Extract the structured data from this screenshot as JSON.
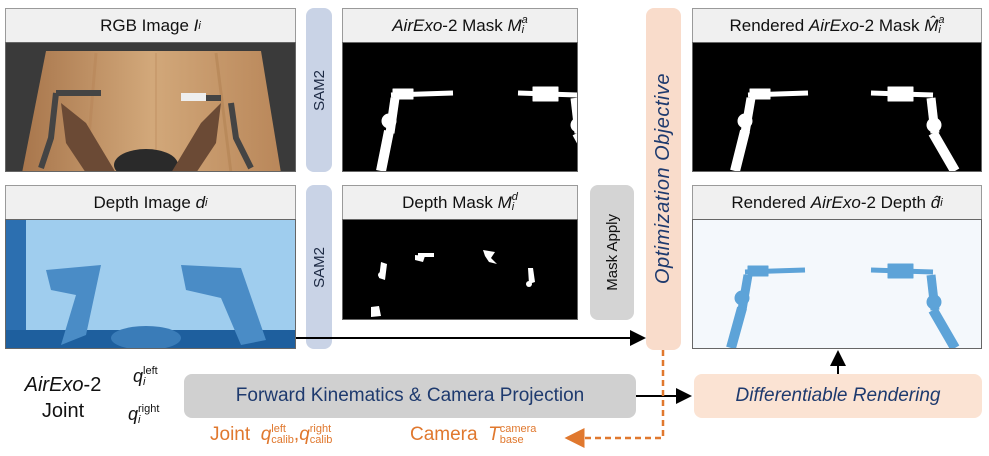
{
  "panels": {
    "rgb": {
      "title_text": "RGB Image ",
      "symbol": "I",
      "sub": "i"
    },
    "exo_mask": {
      "title_italic": "AirExo",
      "title_rest": "-2 Mask ",
      "symbol": "M",
      "sup": "a",
      "sub": "i"
    },
    "rendered_mask": {
      "title_prefix": "Rendered ",
      "title_italic": "AirExo",
      "title_rest": "-2 Mask ",
      "symbol": "M̂",
      "sup": "a",
      "sub": "i"
    },
    "depth": {
      "title_text": "Depth Image ",
      "symbol": "d",
      "sub": "i"
    },
    "depth_mask": {
      "title_text": "Depth Mask ",
      "symbol": "M",
      "sup": "d",
      "sub": "i"
    },
    "rendered_depth": {
      "title_prefix": "Rendered ",
      "title_italic": "AirExo",
      "title_rest": "-2 Depth ",
      "symbol": "d̂",
      "sub": "i"
    }
  },
  "sam_label": "SAM2",
  "mask_apply_label": "Mask Apply",
  "optimization_label": "Optimization Objective",
  "fk_label": "Forward Kinematics & Camera Projection",
  "diff_render_label": "Differentiable Rendering",
  "joint_block": {
    "line1_italic": "AirExo",
    "line1_rest": "-2",
    "line2": "Joint"
  },
  "q_left": {
    "symbol": "q",
    "sup": "left",
    "sub": "i"
  },
  "q_right": {
    "symbol": "q",
    "sup": "right",
    "sub": "i"
  },
  "calib": {
    "joint_label": "Joint",
    "q_left": {
      "symbol": "q",
      "sup": "left",
      "sub": "calib"
    },
    "q_right": {
      "symbol": "q",
      "sup": "right",
      "sub": "calib"
    },
    "camera_label": "Camera",
    "camera_symbol": "T",
    "camera_sup": "camera",
    "camera_sub": "base"
  },
  "colors": {
    "orange": "#e0782e",
    "navy": "#1e3a6e",
    "sam": "#c9d3e6",
    "opt": "#f9dccb",
    "depth_blue": "#5da3d8"
  }
}
